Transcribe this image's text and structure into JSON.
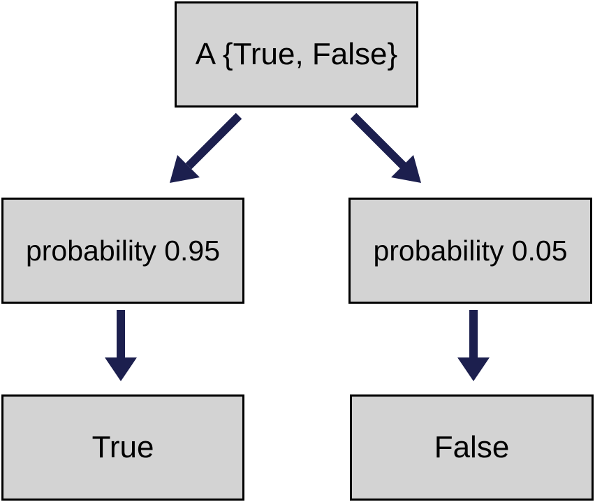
{
  "diagram": {
    "root": {
      "label": "A {True, False}"
    },
    "branches": [
      {
        "probability_label": "probability 0.95",
        "outcome_label": "True"
      },
      {
        "probability_label": "probability 0.05",
        "outcome_label": "False"
      }
    ]
  },
  "colors": {
    "node_fill": "#d3d3d3",
    "node_border": "#000000",
    "arrow": "#1c1f4e"
  }
}
